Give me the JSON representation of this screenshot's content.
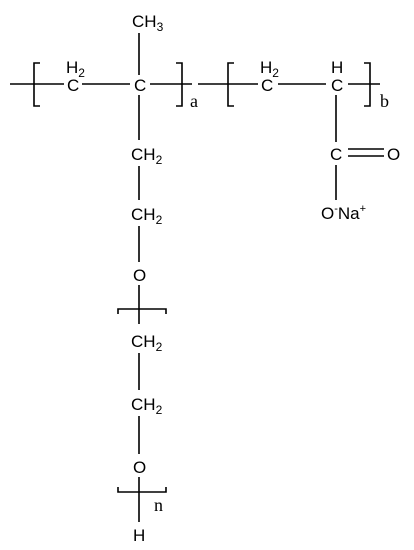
{
  "labels": {
    "ch2_label": "CH",
    "ch2_sub": "2",
    "c_label": "C",
    "h_label": "H",
    "h2_label": "H",
    "h2_sub": "2",
    "ch3_label": "CH",
    "ch3_sub": "3",
    "o_label": "O",
    "o_minus_label": "O",
    "minus_sign": "-",
    "na_label": "Na",
    "plus_sign": "+",
    "index_a": "a",
    "index_b": "b",
    "index_n": "n"
  }
}
